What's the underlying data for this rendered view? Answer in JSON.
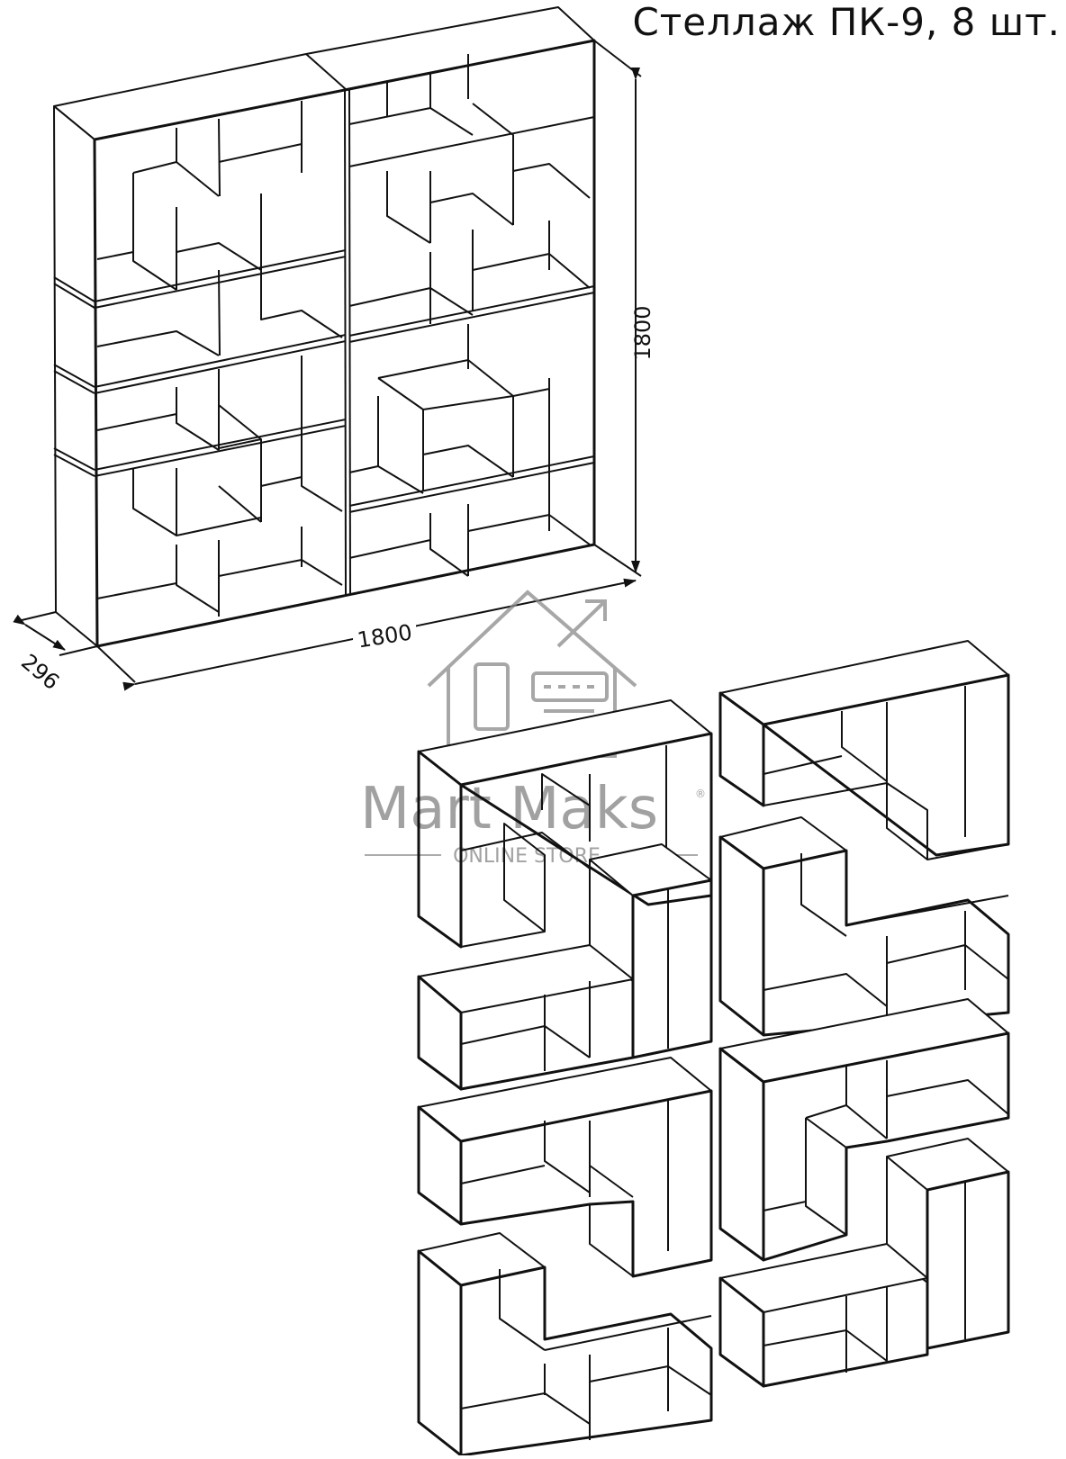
{
  "title": "Стеллаж ПК-9, 8 шт.",
  "dimensions": {
    "width": "1800",
    "height": "1800",
    "depth": "296"
  },
  "watermark": {
    "brand": "Mart Maks",
    "registered": "®",
    "subtitle": "ONLINE STORE"
  },
  "modules_count": 8,
  "colors": {
    "line": "#111111",
    "watermark": "#8a8a8a",
    "background": "#ffffff"
  }
}
